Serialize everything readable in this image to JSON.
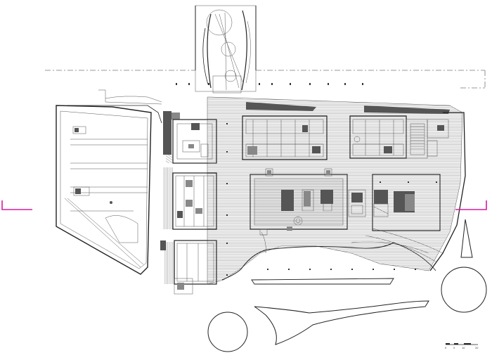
{
  "drawing": {
    "type": "architectural-site-plan",
    "colors": {
      "line": "#222222",
      "hatch": "#666666",
      "fill_dark": "#555555",
      "fill_mid": "#888888",
      "section_marker": "#d81b9b",
      "background": "#ffffff"
    },
    "section_markers": [
      {
        "side": "left"
      },
      {
        "side": "right"
      }
    ],
    "scale_bar": {
      "ticks": [
        "0",
        "5",
        "10",
        "20"
      ]
    }
  }
}
